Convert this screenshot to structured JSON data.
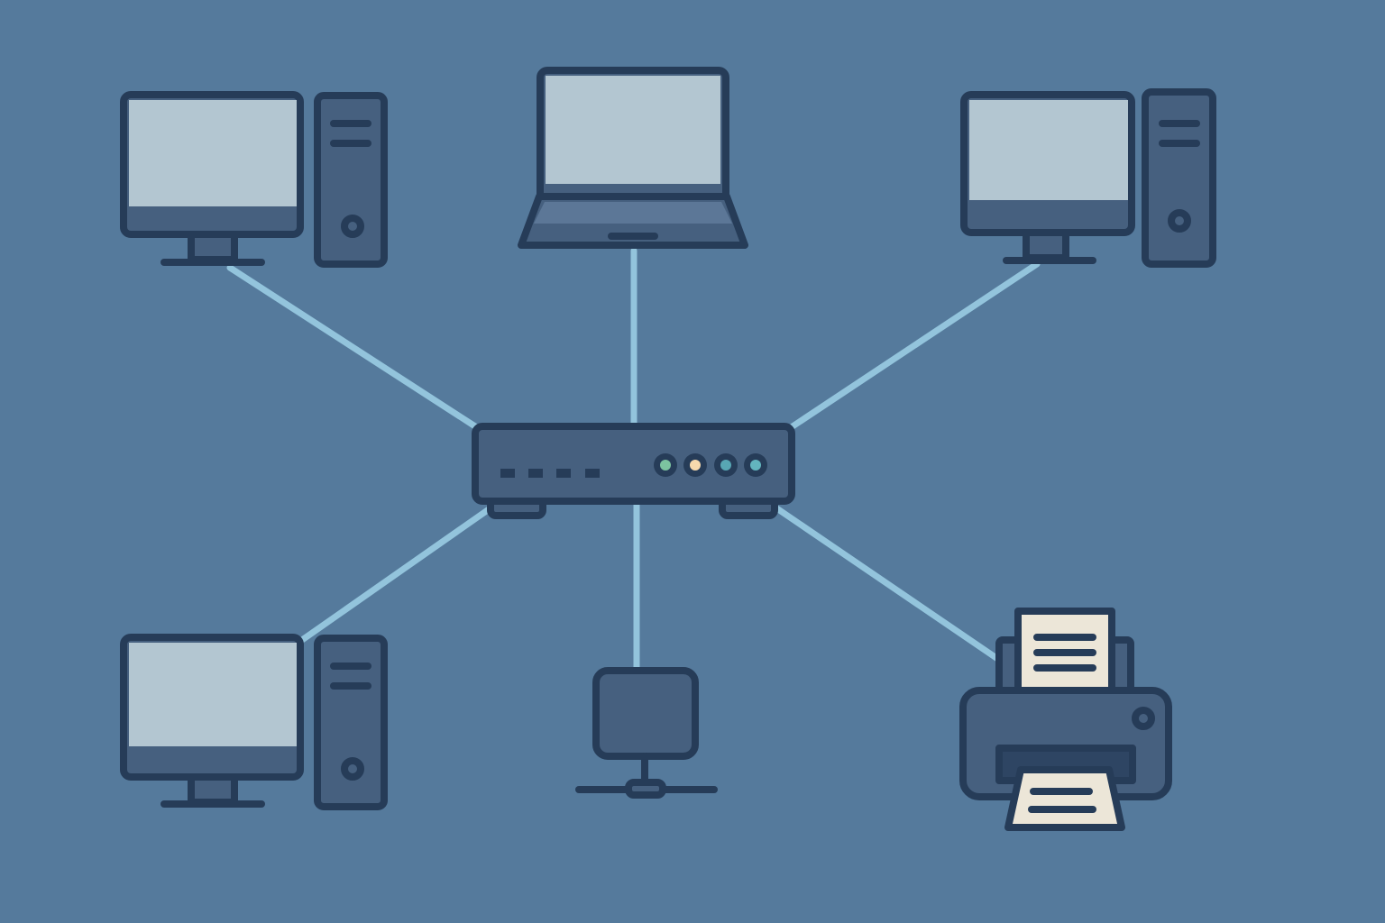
{
  "diagram": {
    "type": "star-network-topology",
    "hub": "router",
    "nodes": [
      "desktop-computer",
      "laptop",
      "desktop-computer",
      "desktop-computer",
      "network-terminal",
      "printer"
    ],
    "router_led_colors": [
      "#7cc3a0",
      "#f6d9ad",
      "#58a7b4",
      "#63b5be"
    ]
  },
  "colors": {
    "background": "#557a9c",
    "outline": "#263c58",
    "device_fill": "#46607f",
    "screen": "#b3c6d1",
    "link": "#93c4dc",
    "paper": "#ece6d8"
  }
}
